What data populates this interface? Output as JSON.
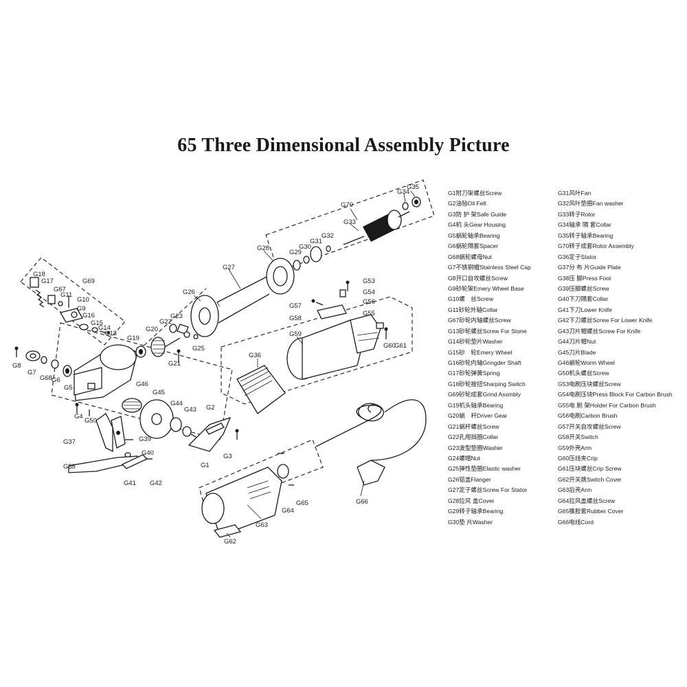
{
  "title": "65 Three Dimensional Assembly Picture",
  "callouts": [
    "G1",
    "G2",
    "G3",
    "G4",
    "G5",
    "G6",
    "G7",
    "G8",
    "G9",
    "G10",
    "G11",
    "G13",
    "G14",
    "G15",
    "G16",
    "G17",
    "G18",
    "G19",
    "G20",
    "G21",
    "G22",
    "G23",
    "G25",
    "G26",
    "G27",
    "G28",
    "G29",
    "G30",
    "G31",
    "G32",
    "G33",
    "G34",
    "G35",
    "G36",
    "G37",
    "G38",
    "G39",
    "G40",
    "G41",
    "G42",
    "G43",
    "G44",
    "G45",
    "G46",
    "G50",
    "G53",
    "G54",
    "G55",
    "G56",
    "G57",
    "G58",
    "G59",
    "G60",
    "G61",
    "G62",
    "G63",
    "G64",
    "G65",
    "G66",
    "G67",
    "G68",
    "G69",
    "G70"
  ],
  "legend_left": [
    "G1附刀架螺丝Screw",
    "G2油毡Oil Felt",
    "G3防 护 架Safe Guide",
    "G4机 头Gear Housing",
    "G5蜗轮轴承Bearing",
    "G6蜗轮隔套Spacer",
    "G68蜗轮螺母Nut",
    "G7不锈钢帽Stainless Steel Cap",
    "G8开口自攻螺丝Screw",
    "G9砂轮架Emery Wheel Base",
    "G10螺　丝Screw",
    "G11砂轮外轴Collar",
    "G67砂轮内轴螺丝Screw",
    "G13砂轮螺丝Screw For Stone",
    "G14砂轮垫片Washer",
    "G15砂　轮Emery Wheel",
    "G16砂轮内轴Gringder Shaft",
    "G17砂轮弹簧Spring",
    "G18砂轮按扭Sharping Switch",
    "G69砂轮成套Grind Assmbly",
    "G19机头轴承Bearing",
    "G20蜗　杆Driver Gear",
    "G21蜗杆螺丝Screw",
    "G22孔用挡圈Collar",
    "G23波型垫圈Washer",
    "G24螺帽Nut",
    "G25弹性垫圈Elastic washer",
    "G26铝盖Flanger",
    "G27定子螺丝Screw For Stator",
    "G28拉风 盖Cover",
    "G29转子轴承Bearing",
    "G30垫 片Washer"
  ],
  "legend_right": [
    "G31风叶Fan",
    "G32风叶垫圈Fan washer",
    "G33转子Rotor",
    "G34轴承 隔 套Collar",
    "G35转子轴承Bearing",
    "G70转子成套Rotor Assembly",
    "G36定子Stator",
    "G37分 布 片Guide Plate",
    "G38压 脚Press Foot",
    "G39压脚螺丝Screw",
    "G40下刀隔套Collar",
    "G41下刀Lower Knife",
    "G42下刀螺丝Screw For Lower Knife",
    "G43刀片帽螺丝Screw For Knife",
    "G44刀片帽Nut",
    "G45刀片Blade",
    "G46蜗轮Worm Wheel",
    "G50机头螺丝Screw",
    "G53电刷压块螺丝Screw",
    "G54电刷压块Press Block For Carbon Brush",
    "G55电 刷 架Holder For Carbon Brush",
    "G56电刷Carbon Brush",
    "G57开关自攻螺丝Screw",
    "G58开关Switch",
    "G59外壳Arm",
    "G60压线夹Crip",
    "G61压块螺丝Crip Screw",
    "G62开关跳Switch Cover",
    "G63后壳Arm",
    "G64拉风盖螺丝Screw",
    "G65橡胶套Rubber Cover",
    "G66电线Cord"
  ]
}
